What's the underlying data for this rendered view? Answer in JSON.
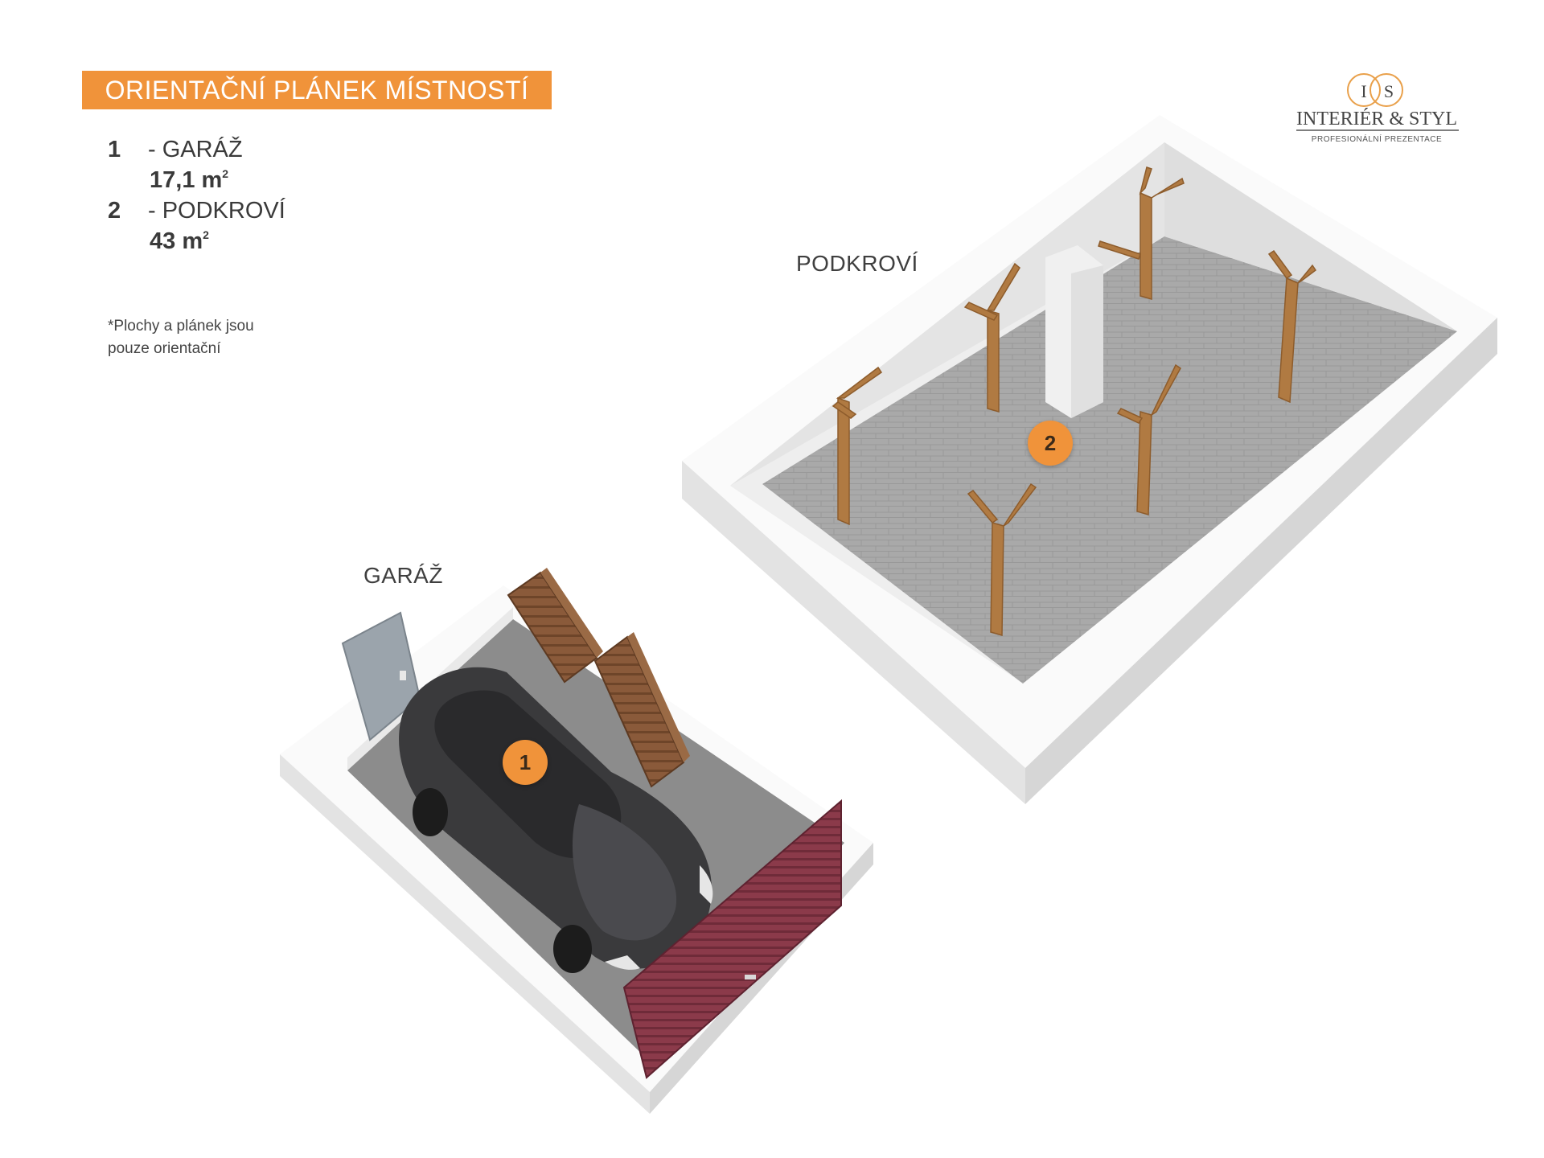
{
  "title": "ORIENTAČNÍ PLÁNEK MÍSTNOSTÍ",
  "legend": [
    {
      "number": "1",
      "name": "- GARÁŽ",
      "area": "17,1 m",
      "area_sup": "2"
    },
    {
      "number": "2",
      "name": "- PODKROVÍ",
      "area": "43 m",
      "area_sup": "2"
    }
  ],
  "note_line1": "*Plochy  a plánek jsou",
  "note_line2": "pouze orientační",
  "logo": {
    "letters_left": "I",
    "letters_right": "S",
    "brand": "INTERIÉR & STYL",
    "tagline": "PROFESIONÁLNÍ PREZENTACE"
  },
  "rooms": {
    "garage": {
      "label": "GARÁŽ",
      "marker": "1"
    },
    "attic": {
      "label": "PODKROVÍ",
      "marker": "2"
    }
  },
  "colors": {
    "accent": "#f0933a",
    "wall": "#f2f2f2",
    "floor_attic": "#a9a9a9",
    "floor_garage": "#8c8c8c",
    "garage_door": "#8b3a4a",
    "wood": "#b07a42",
    "car": "#3a3a3c"
  }
}
